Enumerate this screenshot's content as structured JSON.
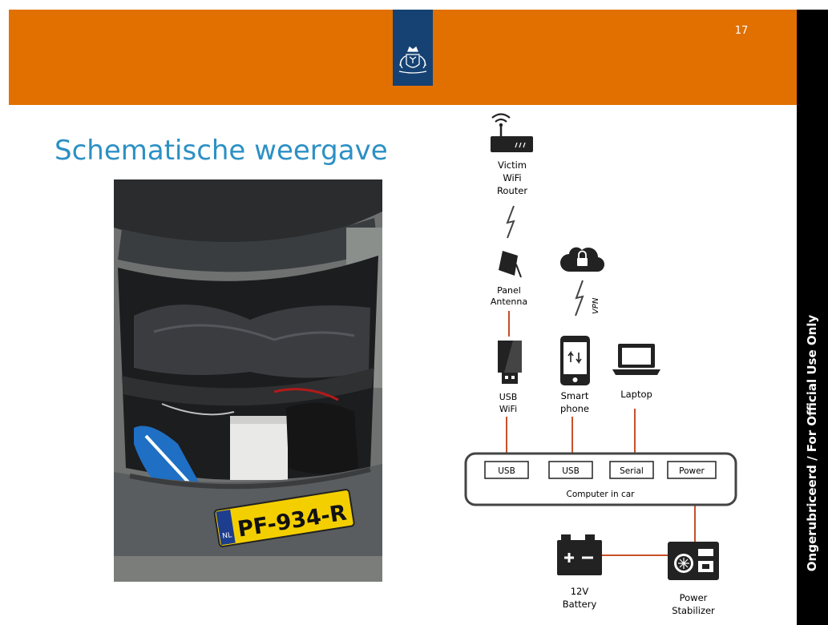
{
  "slide": {
    "page_number": "17",
    "title": "Schematische weergave",
    "classification": "Ongerubriceerd / For Official Use Only"
  },
  "photo": {
    "plate": "PF-934-R",
    "plate_country": "NL"
  },
  "diagram": {
    "router": [
      "Victim",
      "WiFi",
      "Router"
    ],
    "panel_antenna": [
      "Panel",
      "Antenna"
    ],
    "vpn": "VPN",
    "usb_wifi": [
      "USB",
      "WiFi"
    ],
    "smartphone": [
      "Smart",
      "phone"
    ],
    "laptop": "Laptop",
    "ports": [
      "USB",
      "USB",
      "Serial",
      "Power"
    ],
    "computer": "Computer in car",
    "battery": [
      "12V",
      "Battery"
    ],
    "stabilizer": [
      "Power",
      "Stabilizer"
    ]
  },
  "colors": {
    "banner": "#e17000",
    "crest": "#154273",
    "title": "#2c90c4",
    "connector": "#c8502a"
  }
}
